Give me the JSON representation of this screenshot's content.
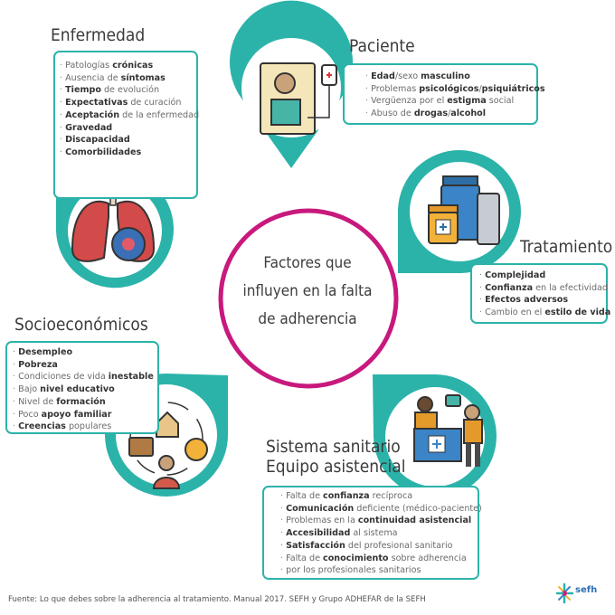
{
  "center": {
    "line1": "Factores que",
    "line2": "influyen en la falta",
    "line3": "de adherencia"
  },
  "enfermedad": {
    "title": "Enfermedad",
    "items": [
      [
        [
          "Patologías ",
          false
        ],
        [
          "crónicas",
          true
        ]
      ],
      [
        [
          "Ausencia de ",
          false
        ],
        [
          "síntomas",
          true
        ]
      ],
      [
        [
          "Tiempo",
          true
        ],
        [
          " de evolución",
          false
        ]
      ],
      [
        [
          "Expectativas",
          true
        ],
        [
          " de curación",
          false
        ]
      ],
      [
        [
          "Aceptación",
          true
        ],
        [
          " de la enfermedad",
          false
        ]
      ],
      [
        [
          "Gravedad",
          true
        ]
      ],
      [
        [
          "Discapacidad",
          true
        ]
      ],
      [
        [
          "Comorbilidades",
          true
        ]
      ]
    ]
  },
  "paciente": {
    "title": "Paciente",
    "items": [
      [
        [
          "Edad",
          true
        ],
        [
          "/sexo ",
          false
        ],
        [
          "masculino",
          true
        ]
      ],
      [
        [
          "Problemas ",
          false
        ],
        [
          "psicológicos",
          true
        ],
        [
          "/",
          false
        ],
        [
          "psiquiátricos",
          true
        ]
      ],
      [
        [
          "Vergüenza por el ",
          false
        ],
        [
          "estigma",
          true
        ],
        [
          " social",
          false
        ]
      ],
      [
        [
          "Abuso de ",
          false
        ],
        [
          "drogas",
          true
        ],
        [
          "/",
          false
        ],
        [
          "alcohol",
          true
        ]
      ]
    ]
  },
  "tratamiento": {
    "title": "Tratamiento",
    "items": [
      [
        [
          "Complejidad",
          true
        ]
      ],
      [
        [
          "Confianza",
          true
        ],
        [
          " en la efectividad",
          false
        ]
      ],
      [
        [
          "Efectos adversos",
          true
        ]
      ],
      [
        [
          "Cambio en el ",
          false
        ],
        [
          "estilo de vida",
          true
        ]
      ]
    ]
  },
  "socioeconomicos": {
    "title": "Socioeconómicos",
    "items": [
      [
        [
          "Desempleo",
          true
        ]
      ],
      [
        [
          "Pobreza",
          true
        ]
      ],
      [
        [
          "Condiciones de vida ",
          false
        ],
        [
          "inestable",
          true
        ]
      ],
      [
        [
          "Bajo ",
          false
        ],
        [
          "nivel educativo",
          true
        ]
      ],
      [
        [
          "Nivel de ",
          false
        ],
        [
          "formación",
          true
        ]
      ],
      [
        [
          "Poco ",
          false
        ],
        [
          "apoyo familiar",
          true
        ]
      ],
      [
        [
          "Creencias",
          true
        ],
        [
          " populares",
          false
        ]
      ]
    ]
  },
  "sanitario": {
    "title_line1": "Sistema sanitario",
    "title_line2": "Equipo asistencial",
    "items": [
      [
        [
          "Falta de ",
          false
        ],
        [
          "confianza",
          true
        ],
        [
          " recíproca",
          false
        ]
      ],
      [
        [
          "Comunicación",
          true
        ],
        [
          " deficiente (médico-paciente)",
          false
        ]
      ],
      [
        [
          "Problemas en la ",
          false
        ],
        [
          "continuidad asistencial",
          true
        ]
      ],
      [
        [
          "Accesibilidad",
          true
        ],
        [
          " al sistema",
          false
        ]
      ],
      [
        [
          "Satisfacción",
          true
        ],
        [
          " del profesional sanitario",
          false
        ]
      ],
      [
        [
          "Falta de ",
          false
        ],
        [
          "conocimiento",
          true
        ],
        [
          " sobre adherencia",
          false
        ]
      ],
      [
        [
          "por los profesionales sanitarios",
          false
        ]
      ]
    ]
  },
  "footnote": "Fuente: Lo que debes sobre la adherencia al tratamiento. Manual 2017. SEFH y Grupo ADHEFAR de la SEFH",
  "logo": "sefh",
  "colors": {
    "teal": "#2bb3aa",
    "magenta": "#c8197d",
    "heading": "#3b3b3b"
  },
  "icons": {
    "enfermedad": "lungs-virus-icon",
    "paciente": "patient-bed-icon",
    "tratamiento": "medicine-bottles-icon",
    "socioeconomicos": "socioeconomic-cycle-icon",
    "sanitario": "reception-desk-icon"
  }
}
